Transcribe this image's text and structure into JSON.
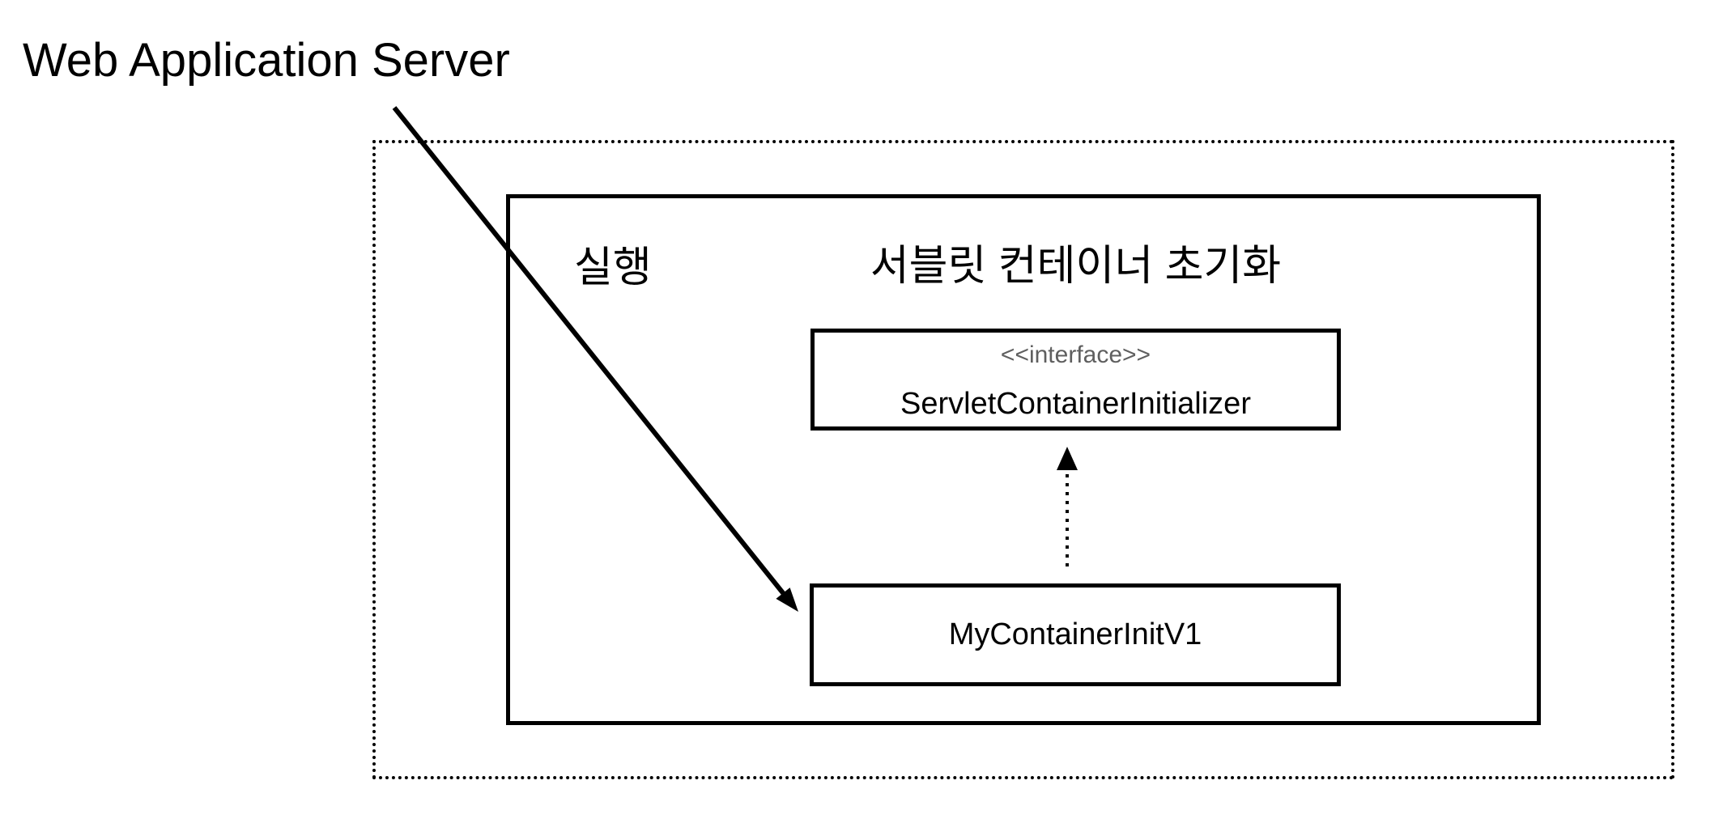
{
  "labels": {
    "main_title": "Web Application Server",
    "exec": "실행",
    "container_title": "서블릿 컨테이너 초기화",
    "stereotype": "<<interface>>",
    "interface_name": "ServletContainerInitializer",
    "impl_name": "MyContainerInitV1"
  },
  "nodes": {
    "interface_node": {
      "stereotype": "<<interface>>",
      "name": "ServletContainerInitializer",
      "shape": "rectangle",
      "border": "solid"
    },
    "impl_node": {
      "name": "MyContainerInitV1",
      "shape": "rectangle",
      "border": "solid"
    },
    "outer_boundary": {
      "border": "dotted",
      "label": "Web Application Server"
    },
    "exec_container": {
      "border": "solid",
      "label": "실행",
      "title": "서블릿 컨테이너 초기화"
    }
  },
  "edges": [
    {
      "from": "MyContainerInitV1",
      "to": "ServletContainerInitializer",
      "line_style": "dotted",
      "arrowhead": "filled-triangle",
      "direction": "up"
    },
    {
      "from": "Web Application Server",
      "to": "MyContainerInitV1",
      "line_style": "solid",
      "arrowhead": "filled-triangle",
      "direction": "down-right"
    }
  ],
  "colors": {
    "background": "#ffffff",
    "line": "#000000",
    "text": "#000000",
    "stereotype_text": "#5f5f5f"
  }
}
